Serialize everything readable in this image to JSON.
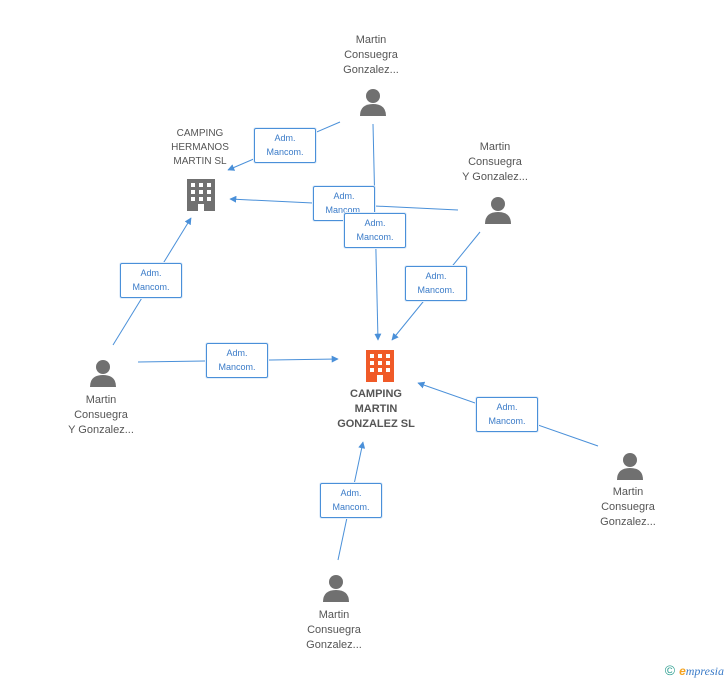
{
  "colors": {
    "edge": "#4a90d9",
    "person": "#707070",
    "company_main": "#f05a28",
    "company_other": "#707070",
    "label": "#555555"
  },
  "nodes": {
    "main_company": {
      "lines": [
        "CAMPING",
        "MARTIN",
        "GONZALEZ SL"
      ],
      "icon": "building-icon"
    },
    "other_company": {
      "lines": [
        "CAMPING",
        "HERMANOS",
        "MARTIN SL"
      ],
      "icon": "building-icon"
    },
    "person_top": {
      "lines": [
        "Martin",
        "Consuegra",
        "Gonzalez..."
      ],
      "icon": "person-icon"
    },
    "person_right_top": {
      "lines": [
        "Martin",
        "Consuegra",
        "Y Gonzalez..."
      ],
      "icon": "person-icon"
    },
    "person_left": {
      "lines": [
        "Martin",
        "Consuegra",
        "Y Gonzalez..."
      ],
      "icon": "person-icon"
    },
    "person_right_bottom": {
      "lines": [
        "Martin",
        "Consuegra",
        "Gonzalez..."
      ],
      "icon": "person-icon"
    },
    "person_bottom": {
      "lines": [
        "Martin",
        "Consuegra",
        "Gonzalez..."
      ],
      "icon": "person-icon"
    }
  },
  "edges": [
    {
      "line1": "Adm.",
      "line2": "Mancom."
    },
    {
      "line1": "Adm.",
      "line2": "Mancom."
    },
    {
      "line1": "Adm.",
      "line2": "Mancom."
    },
    {
      "line1": "Adm.",
      "line2": "Mancom."
    },
    {
      "line1": "Adm.",
      "line2": "Mancom."
    },
    {
      "line1": "Adm.",
      "line2": "Mancom."
    },
    {
      "line1": "Adm.",
      "line2": "Mancom."
    },
    {
      "line1": "Adm.",
      "line2": "Mancom."
    }
  ],
  "footer": {
    "copyright": "©",
    "brand_e": "e",
    "brand_rest": "mpresia"
  }
}
